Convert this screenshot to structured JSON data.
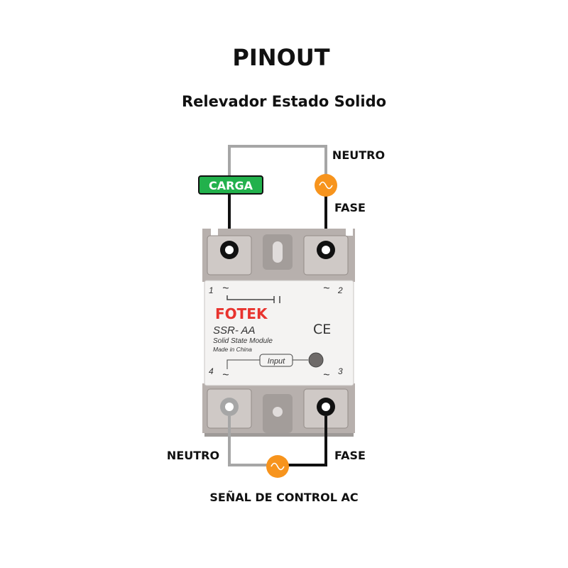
{
  "title": "PINOUT",
  "subtitle": "Relevador Estado Solido",
  "labels": {
    "top_neutral": "NEUTRO",
    "top_phase": "FASE",
    "load": "CARGA",
    "bottom_neutral": "NEUTRO",
    "bottom_phase": "FASE",
    "control": "SEÑAL DE CONTROL AC"
  },
  "relay": {
    "brand": "FOTEK",
    "model": "SSR-  AA",
    "description": "Solid State Module",
    "origin": "Made in China",
    "certification": "CE",
    "input_label": "Input",
    "pins": [
      "1",
      "2",
      "3",
      "4"
    ],
    "ac_symbol": "~"
  },
  "colors": {
    "load_badge": "#22b14c",
    "ac_source": "#f7941d",
    "live_wire": "#111111",
    "neutral_wire": "#a6a6a6"
  }
}
